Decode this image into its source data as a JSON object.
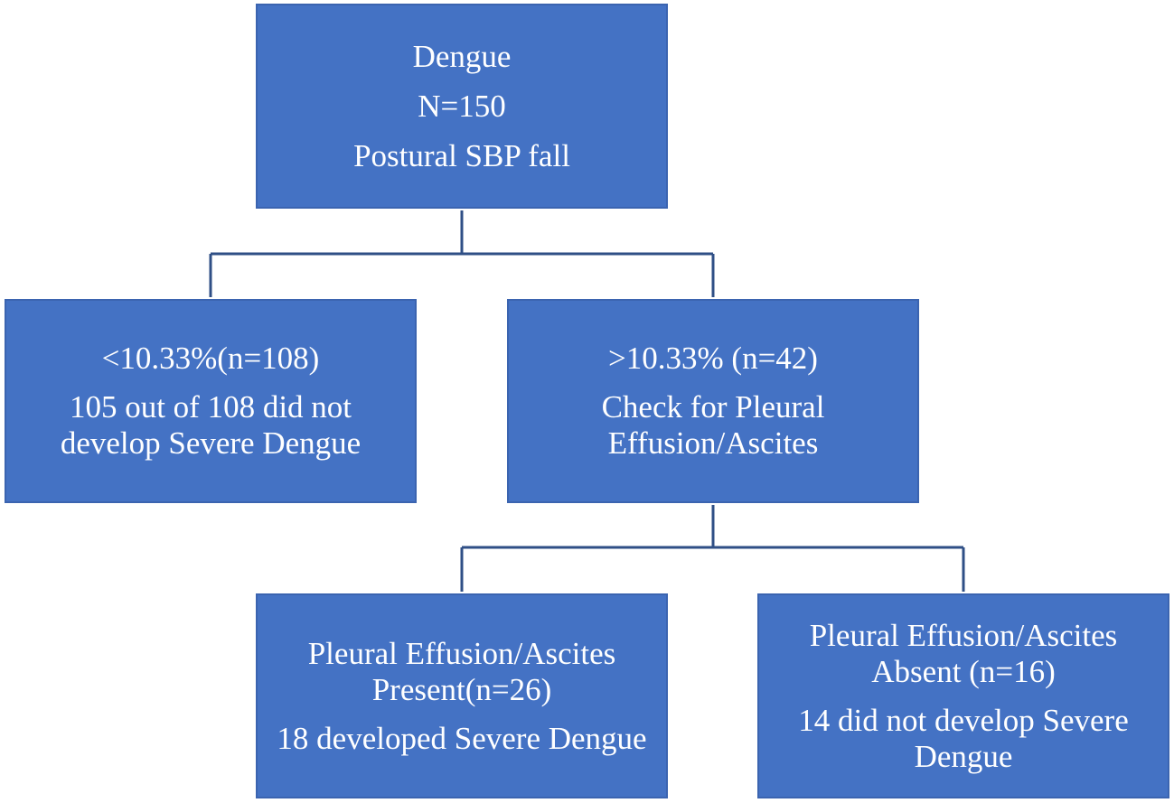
{
  "colors": {
    "box_fill": "#4472c4",
    "box_text": "#ffffff",
    "connector": "#2f4f86"
  },
  "nodes": {
    "root": {
      "line1": "Dengue",
      "line2": "N=150",
      "line3": "Postural SBP fall"
    },
    "low": {
      "line1": "<10.33%(n=108)",
      "line2": "105 out of 108 did not",
      "line3": "develop Severe Dengue"
    },
    "high": {
      "line1": ">10.33% (n=42)",
      "line2": "Check for Pleural",
      "line3": "Effusion/Ascites"
    },
    "present": {
      "line1": "Pleural Effusion/Ascites",
      "line2": "Present(n=26)",
      "line3": "18 developed Severe Dengue"
    },
    "absent": {
      "line1": "Pleural Effusion/Ascites",
      "line2": "Absent (n=16)",
      "line3": "14 did not develop Severe",
      "line4": "Dengue"
    }
  }
}
